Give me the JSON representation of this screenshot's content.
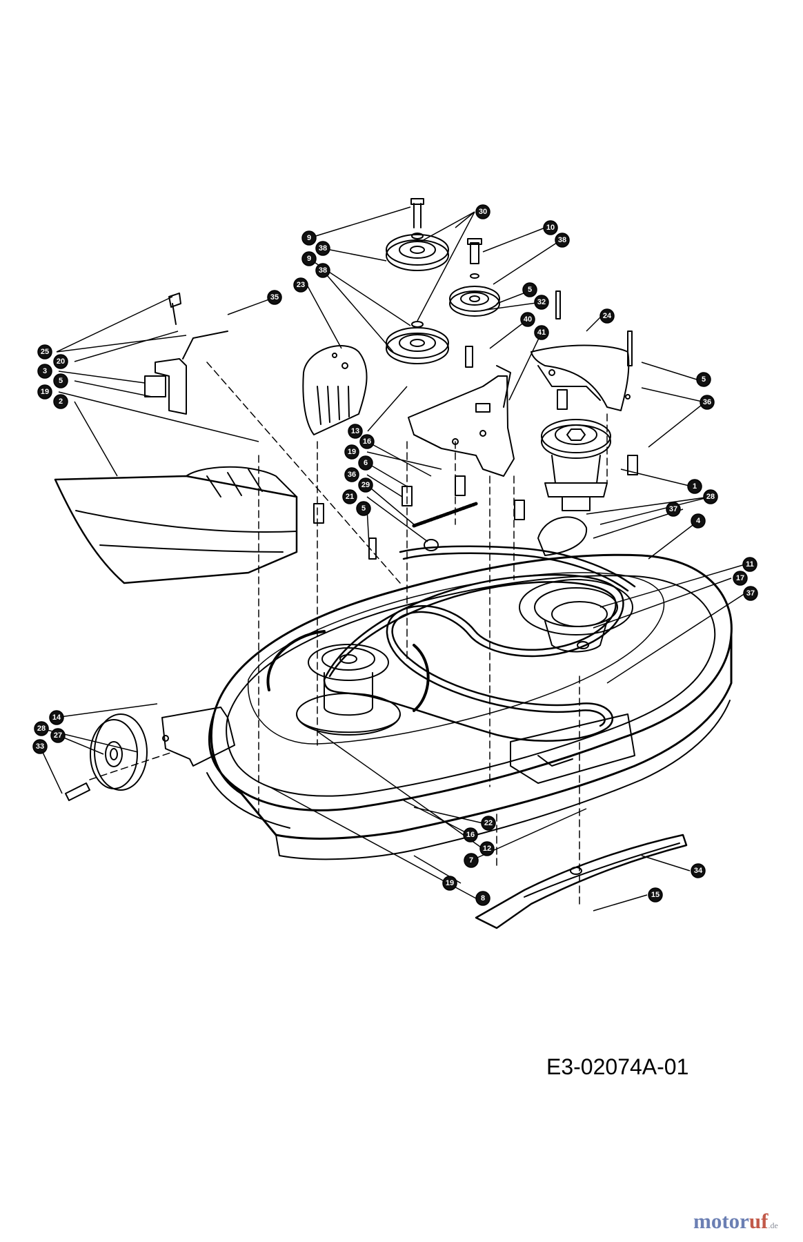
{
  "document": {
    "code": "E3-02074A-01",
    "logo": {
      "part1": "motor",
      "part2": "uf",
      "part3": ".de"
    }
  },
  "callouts": [
    {
      "id": "c1",
      "label": "30"
    },
    {
      "id": "c2",
      "label": "9"
    },
    {
      "id": "c3",
      "label": "38"
    },
    {
      "id": "c4",
      "label": "9"
    },
    {
      "id": "c5",
      "label": "38"
    },
    {
      "id": "c6",
      "label": "23"
    },
    {
      "id": "c7",
      "label": "10"
    },
    {
      "id": "c8",
      "label": "38"
    },
    {
      "id": "c9",
      "label": "5"
    },
    {
      "id": "c10",
      "label": "32"
    },
    {
      "id": "c11",
      "label": "40"
    },
    {
      "id": "c12",
      "label": "41"
    },
    {
      "id": "c13",
      "label": "24"
    },
    {
      "id": "c14",
      "label": "35"
    },
    {
      "id": "c15",
      "label": "25"
    },
    {
      "id": "c16",
      "label": "20"
    },
    {
      "id": "c17",
      "label": "3"
    },
    {
      "id": "c18",
      "label": "5"
    },
    {
      "id": "c19",
      "label": "19"
    },
    {
      "id": "c20",
      "label": "2"
    },
    {
      "id": "c21",
      "label": "5"
    },
    {
      "id": "c22",
      "label": "36"
    },
    {
      "id": "c23",
      "label": "13"
    },
    {
      "id": "c24",
      "label": "16"
    },
    {
      "id": "c25",
      "label": "19"
    },
    {
      "id": "c26",
      "label": "6"
    },
    {
      "id": "c27",
      "label": "36"
    },
    {
      "id": "c28",
      "label": "29"
    },
    {
      "id": "c29",
      "label": "21"
    },
    {
      "id": "c30",
      "label": "5"
    },
    {
      "id": "c31",
      "label": "1"
    },
    {
      "id": "c32",
      "label": "28"
    },
    {
      "id": "c33",
      "label": "37"
    },
    {
      "id": "c34",
      "label": "4"
    },
    {
      "id": "c35",
      "label": "11"
    },
    {
      "id": "c36",
      "label": "17"
    },
    {
      "id": "c37",
      "label": "37"
    },
    {
      "id": "c38",
      "label": "14"
    },
    {
      "id": "c39",
      "label": "28"
    },
    {
      "id": "c40",
      "label": "27"
    },
    {
      "id": "c41",
      "label": "33"
    },
    {
      "id": "c42",
      "label": "22"
    },
    {
      "id": "c43",
      "label": "16"
    },
    {
      "id": "c44",
      "label": "12"
    },
    {
      "id": "c45",
      "label": "7"
    },
    {
      "id": "c46",
      "label": "34"
    },
    {
      "id": "c47",
      "label": "15"
    },
    {
      "id": "c48",
      "label": "19"
    },
    {
      "id": "c49",
      "label": "8"
    }
  ]
}
